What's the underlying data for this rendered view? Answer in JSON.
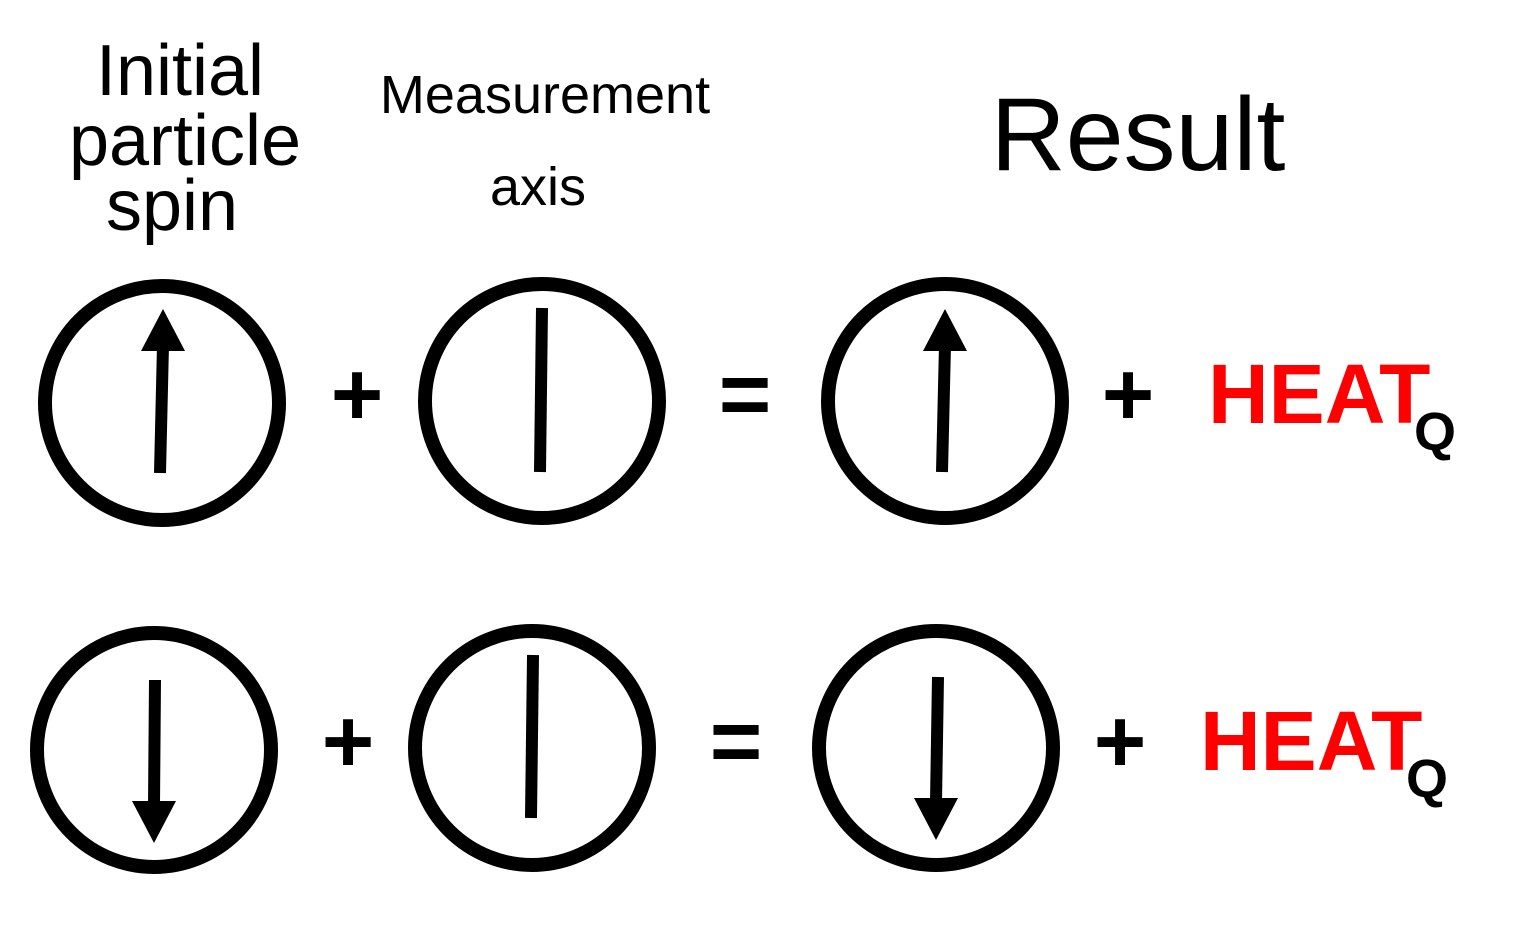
{
  "headers": {
    "initial_line1": "Initial",
    "initial_line2": "particle",
    "initial_line3": "spin",
    "measurement_line1": "Measurement",
    "measurement_line2": "axis",
    "result": "Result"
  },
  "rows": [
    {
      "initial_spin": "up",
      "result_spin": "up",
      "plus1": "+",
      "equals": "=",
      "plus2": "+",
      "heat": "HEAT",
      "heat_sub": "Q"
    },
    {
      "initial_spin": "down",
      "result_spin": "down",
      "plus1": "+",
      "equals": "=",
      "plus2": "+",
      "heat": "HEAT",
      "heat_sub": "Q"
    }
  ],
  "colors": {
    "heat": "#ff0000",
    "stroke": "#000000"
  }
}
